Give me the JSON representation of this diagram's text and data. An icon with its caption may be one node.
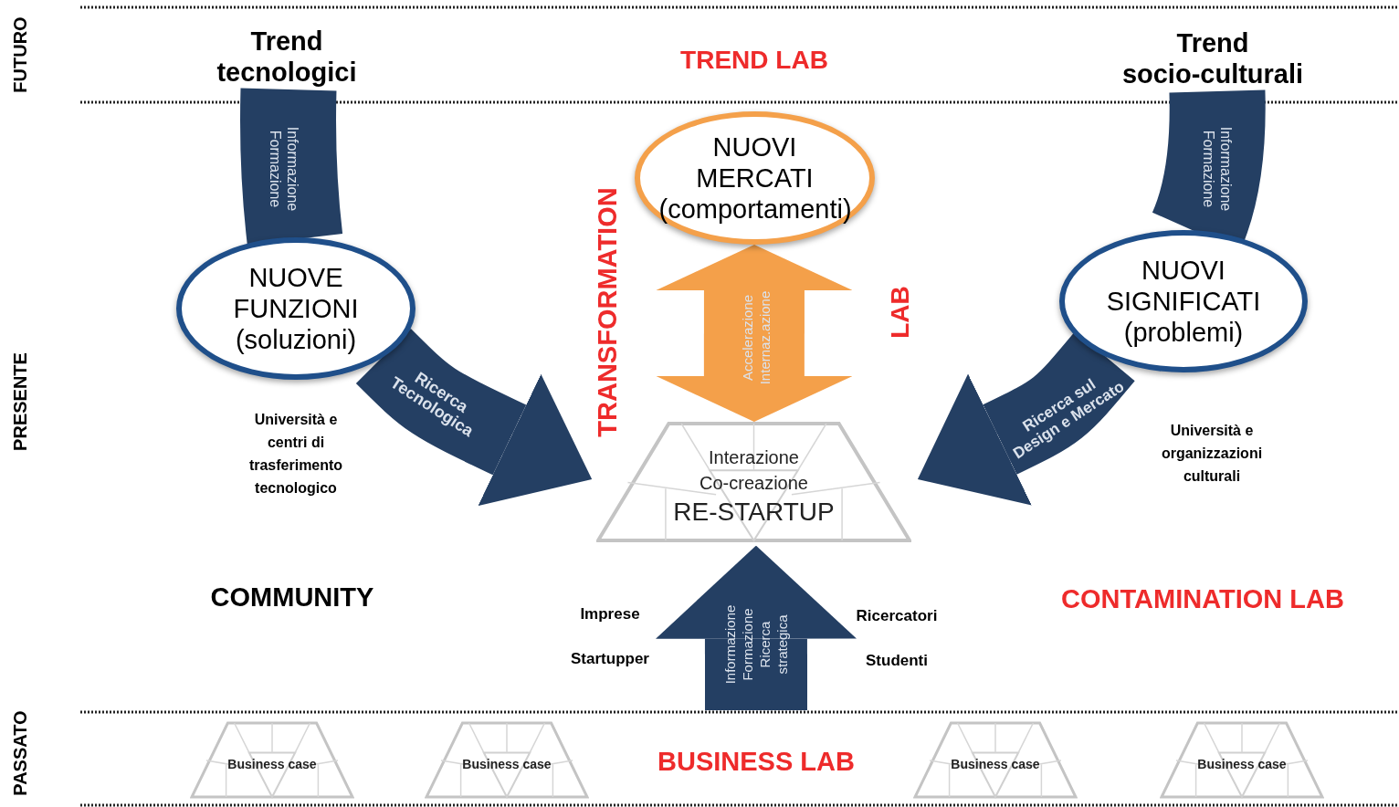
{
  "diagram": {
    "nodes": [
      {
        "text": [
          "Trend tecnologici"
        ]
      },
      {
        "text": [
          "NUOVE FUNZIONI (soluzioni)"
        ]
      },
      {
        "text": [
          "Trend socio-culturali"
        ]
      },
      {
        "text": [
          "NUOVI SIGNIFICATI (problemi)"
        ]
      },
      {
        "text": [
          "NUOVI MERCATI (comportamenti)"
        ]
      },
      {
        "text": [
          "Interazione Co-creazione",
          "RE-STARTUP"
        ]
      },
      {
        "text": [
          "Business case"
        ]
      },
      {
        "text": [
          "Business case"
        ]
      },
      {
        "text": [
          "Business case"
        ]
      },
      {
        "text": [
          "Business case"
        ]
      }
    ],
    "edges": [
      {
        "from": 0,
        "to": 1,
        "arrow": "none",
        "label": "Informazione Formazione"
      },
      {
        "from": 1,
        "to": 5,
        "arrow": "to",
        "label": "Ricerca Tecnologica"
      },
      {
        "from": 2,
        "to": 3,
        "arrow": "none",
        "label": "Informazione Formazione"
      },
      {
        "from": 3,
        "to": 5,
        "arrow": "to",
        "label": "Ricerca sul Design e Mercato"
      },
      {
        "from": 5,
        "to": 4,
        "arrow": "both",
        "label": "Accelerazione Internaz.azione",
        "color": "#f4a04a"
      },
      {
        "from": null,
        "to": 5,
        "arrow": "to",
        "label": "Informazione Formazione Ricerca strategica"
      }
    ],
    "labels": [
      "FUTURO",
      "TREND LAB",
      "TRANSFORMATION",
      "LAB",
      "PRESENTE",
      "Università e centri di trasferimento tecnologico",
      "Università e organizzazioni culturali",
      "COMMUNITY",
      "CONTAMINATION LAB",
      "Imprese",
      "Ricercatori",
      "Startupper",
      "Studenti",
      "PASSATO",
      "BUSINESS LAB"
    ]
  }
}
